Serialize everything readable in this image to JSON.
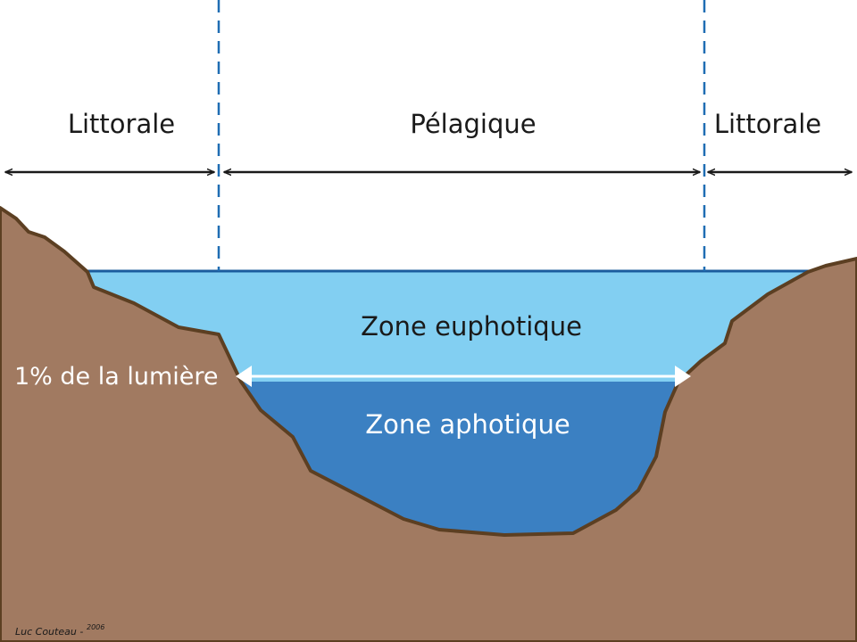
{
  "zones": {
    "left": "Littorale",
    "center": "Pélagique",
    "right": "Littorale"
  },
  "layers": {
    "upper": "Zone euphotique",
    "lower": "Zone aphotique"
  },
  "light_limit": "1% de la lumière",
  "credit": {
    "author": "Luc Couteau -",
    "year": "2006"
  },
  "colors": {
    "soil": "#a17a61",
    "soil_edge": "#5c3f22",
    "euphotic": "#82cff2",
    "aphotic": "#3b80c2",
    "surface_line": "#1b5c9e",
    "divider": "#1f6db3",
    "arrow": "#1a1a1a",
    "text_dark": "#1a1a1a",
    "text_light": "#ffffff"
  }
}
